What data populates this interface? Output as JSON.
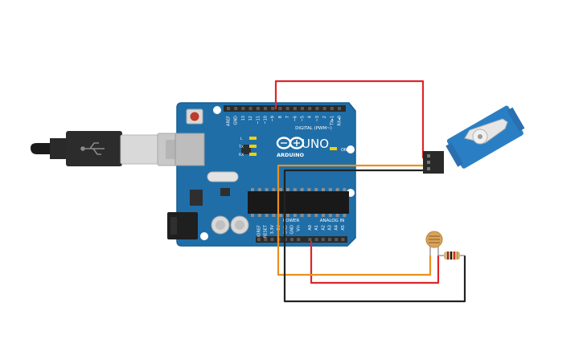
{
  "board": {
    "logo_text": "ARDUINO",
    "model": "UNO",
    "digital_header_label": "DIGITAL (PWM~)",
    "analog_header_label": "ANALOG IN",
    "power_header_label": "POWER",
    "on_led_label": "ON",
    "led_labels": [
      "L",
      "TX",
      "RX"
    ],
    "digital_pins": [
      "AREF",
      "GND",
      "13",
      "12",
      "~11",
      "~10",
      "~9",
      "8",
      "7",
      "~6",
      "~5",
      "4",
      "~3",
      "2",
      "TX▸1",
      "RX◂0"
    ],
    "power_pins": [
      "IOREF",
      "RESET",
      "3.3V",
      "5V",
      "GND",
      "GND",
      "Vin"
    ],
    "analog_pins": [
      "A0",
      "A1",
      "A2",
      "A3",
      "A4",
      "A5"
    ]
  },
  "components": {
    "usb_cable": "usb-cable",
    "servo": "micro-servo",
    "photoresistor": "photoresistor",
    "resistor": "resistor"
  },
  "wires": [
    {
      "name": "servo-signal-wire",
      "color": "#e0242b"
    },
    {
      "name": "servo-power-wire",
      "color": "#e8911e"
    },
    {
      "name": "servo-ground-wire",
      "color": "#222222"
    },
    {
      "name": "sensor-analog-wire",
      "color": "#e0242b"
    },
    {
      "name": "sensor-power-wire",
      "color": "#e8911e"
    },
    {
      "name": "sensor-ground-wire",
      "color": "#222222"
    }
  ],
  "colors": {
    "pcb": "#1f6ea8",
    "pcb_edge": "#195e90",
    "header": "#2b2b2b",
    "chip": "#1b1b1b",
    "servo_body": "#2a7fc4",
    "reset_button": "#c0392b"
  }
}
